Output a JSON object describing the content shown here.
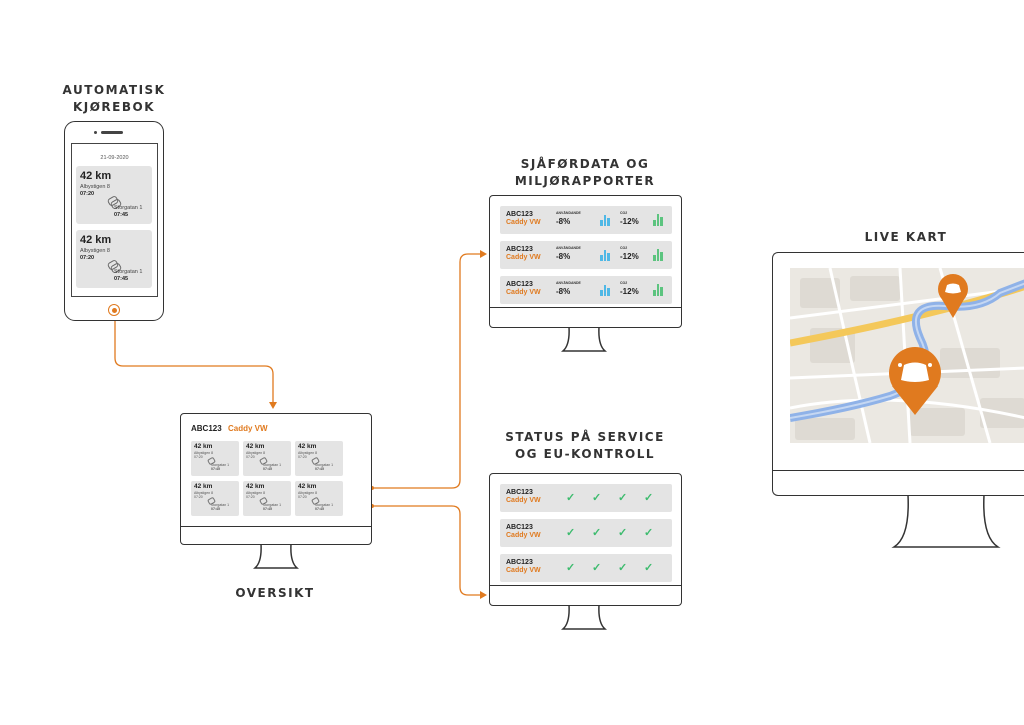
{
  "headings": {
    "app": "AUTOMATISK\nKJØREBOK",
    "driver": "SJÅFØRDATA OG\nMILJØRAPPORTER",
    "service": "STATUS PÅ SERVICE\nOG EU-KONTROLL",
    "live": "LIVE KART",
    "overview": "OVERSIKT"
  },
  "phone": {
    "date": "21-09-2020",
    "trips": [
      {
        "km": "42 km",
        "from": "Albystigen 8",
        "from_time": "07:20",
        "to": "Storgatan 1",
        "to_time": "07:45"
      },
      {
        "km": "42 km",
        "from": "Albystigen 8",
        "from_time": "07:20",
        "to": "Storgatan 1",
        "to_time": "07:45"
      }
    ]
  },
  "overview": {
    "reg": "ABC123",
    "model": "Caddy VW",
    "cards": [
      {
        "km": "42 km",
        "from": "Albystigen 8",
        "from_time": "07:20",
        "to": "Storgatan 1",
        "to_time": "07:45"
      },
      {
        "km": "42 km",
        "from": "Albystigen 8",
        "from_time": "07:20",
        "to": "Storgatan 1",
        "to_time": "07:45"
      },
      {
        "km": "42 km",
        "from": "Albystigen 8",
        "from_time": "07:20",
        "to": "Storgatan 1",
        "to_time": "07:45"
      },
      {
        "km": "42 km",
        "from": "Albystigen 8",
        "from_time": "07:20",
        "to": "Storgatan 1",
        "to_time": "07:45"
      },
      {
        "km": "42 km",
        "from": "Albystigen 8",
        "from_time": "07:20",
        "to": "Storgatan 1",
        "to_time": "07:45"
      },
      {
        "km": "42 km",
        "from": "Albystigen 8",
        "from_time": "07:20",
        "to": "Storgatan 1",
        "to_time": "07:45"
      }
    ]
  },
  "driver_rows": [
    {
      "reg": "ABC123",
      "model": "Caddy VW",
      "label1": "ANVÄNDANDE",
      "value1": "-8%",
      "label2": "CO2",
      "value2": "-12%"
    },
    {
      "reg": "ABC123",
      "model": "Caddy VW",
      "label1": "ANVÄNDANDE",
      "value1": "-8%",
      "label2": "CO2",
      "value2": "-12%"
    },
    {
      "reg": "ABC123",
      "model": "Caddy VW",
      "label1": "ANVÄNDANDE",
      "value1": "-8%",
      "label2": "CO2",
      "value2": "-12%"
    }
  ],
  "service_rows": [
    {
      "reg": "ABC123",
      "model": "Caddy VW",
      "checks": 4
    },
    {
      "reg": "ABC123",
      "model": "Caddy VW",
      "checks": 4
    },
    {
      "reg": "ABC123",
      "model": "Caddy VW",
      "checks": 4
    }
  ],
  "icons": {
    "check": "✓",
    "car": "car-icon",
    "pin": "map-pin-icon"
  },
  "colors": {
    "accent": "#e07a1f",
    "check": "#3dbb6e",
    "bar_blue": "#4fb8e6",
    "bar_green": "#5cc47f",
    "card_bg": "#e4e4e4",
    "map_road": "#f4c85a",
    "map_river": "#8fb2e8"
  }
}
